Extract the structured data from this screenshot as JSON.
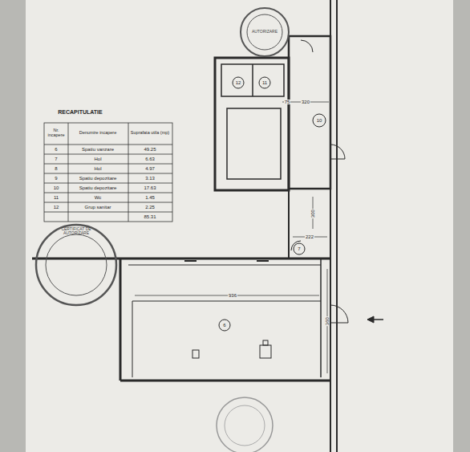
{
  "diagram": {
    "labels": [
      "RECAPITULATIE",
      "Nr. incapere",
      "Denumire incapere",
      "Suprafata utila (mp)",
      "6",
      "Spatiu vanzare",
      "49.25",
      "7",
      "Hol",
      "6.63",
      "8",
      "Hol",
      "4.97",
      "9",
      "Spatiu depozitare",
      "3.13",
      "10",
      "Spatiu depozitare",
      "17.63",
      "11",
      "Wc",
      "1.45",
      "12",
      "Grup sanitar",
      "2.25",
      "85.31",
      "12",
      "11",
      "10",
      "320",
      "75",
      "300",
      "222",
      "7",
      "936",
      "6",
      "360",
      "CERTIFICAT DE AUTORIZARE",
      "AUTORIZARE"
    ]
  }
}
